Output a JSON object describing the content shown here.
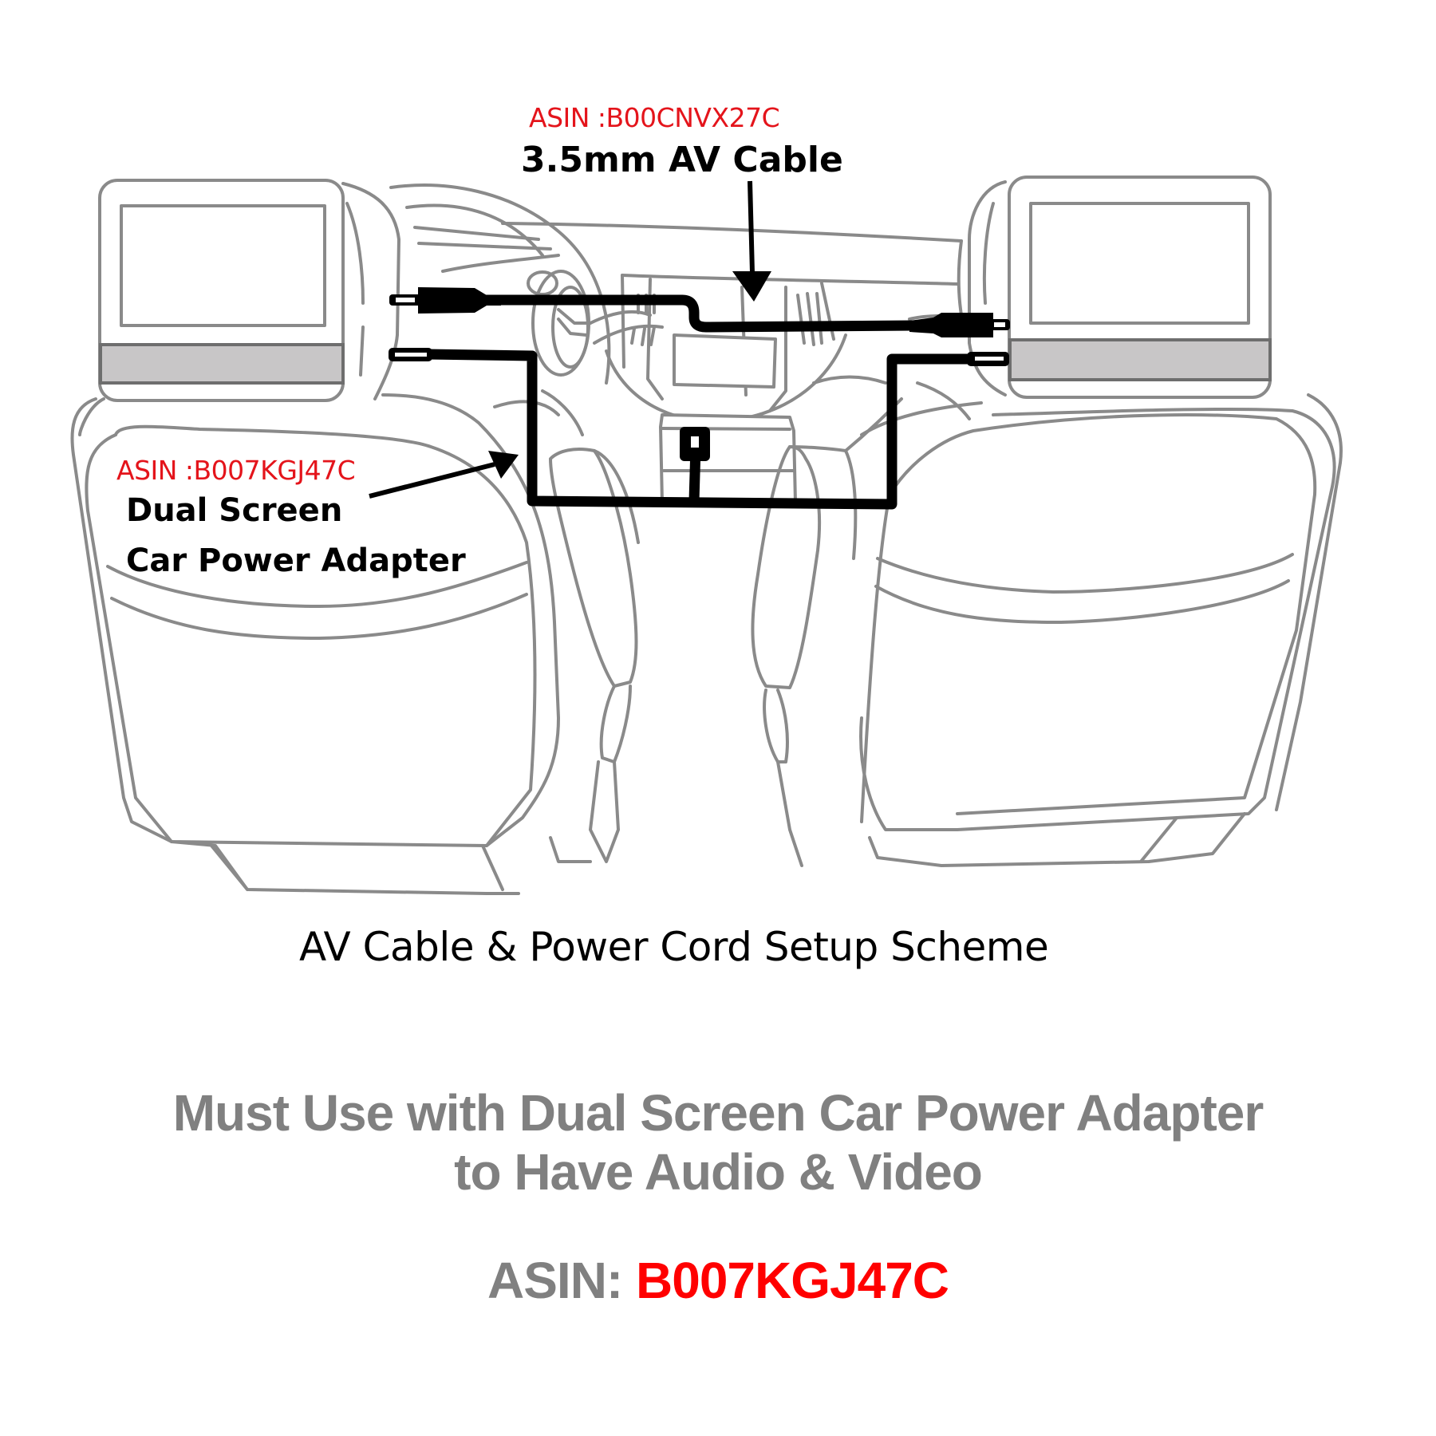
{
  "diagram": {
    "av_cable_label": {
      "asin": "ASIN :B00CNVX27C",
      "name": "3.5mm AV Cable"
    },
    "power_adapter_label": {
      "asin": "ASIN :B007KGJ47C",
      "name_line1": "Dual Screen",
      "name_line2": "Car Power Adapter"
    },
    "components": [
      "left-headrest-monitor",
      "right-headrest-monitor",
      "dashboard",
      "steering-wheel",
      "front-seats",
      "av-cable",
      "power-cord",
      "center-power-plug"
    ]
  },
  "caption": "AV Cable & Power Cord Setup Scheme",
  "note": {
    "line1": "Must Use with Dual Screen Car Power Adapter",
    "line2": "to Have Audio & Video"
  },
  "asin_footer": {
    "label": "ASIN: ",
    "code": "B007KGJ47C"
  },
  "colors": {
    "accent_red": "#ff0000",
    "label_red": "#e4141b",
    "note_gray": "#808080",
    "line_gray": "#8a8a8a",
    "band_gray": "#c8c6c7"
  }
}
